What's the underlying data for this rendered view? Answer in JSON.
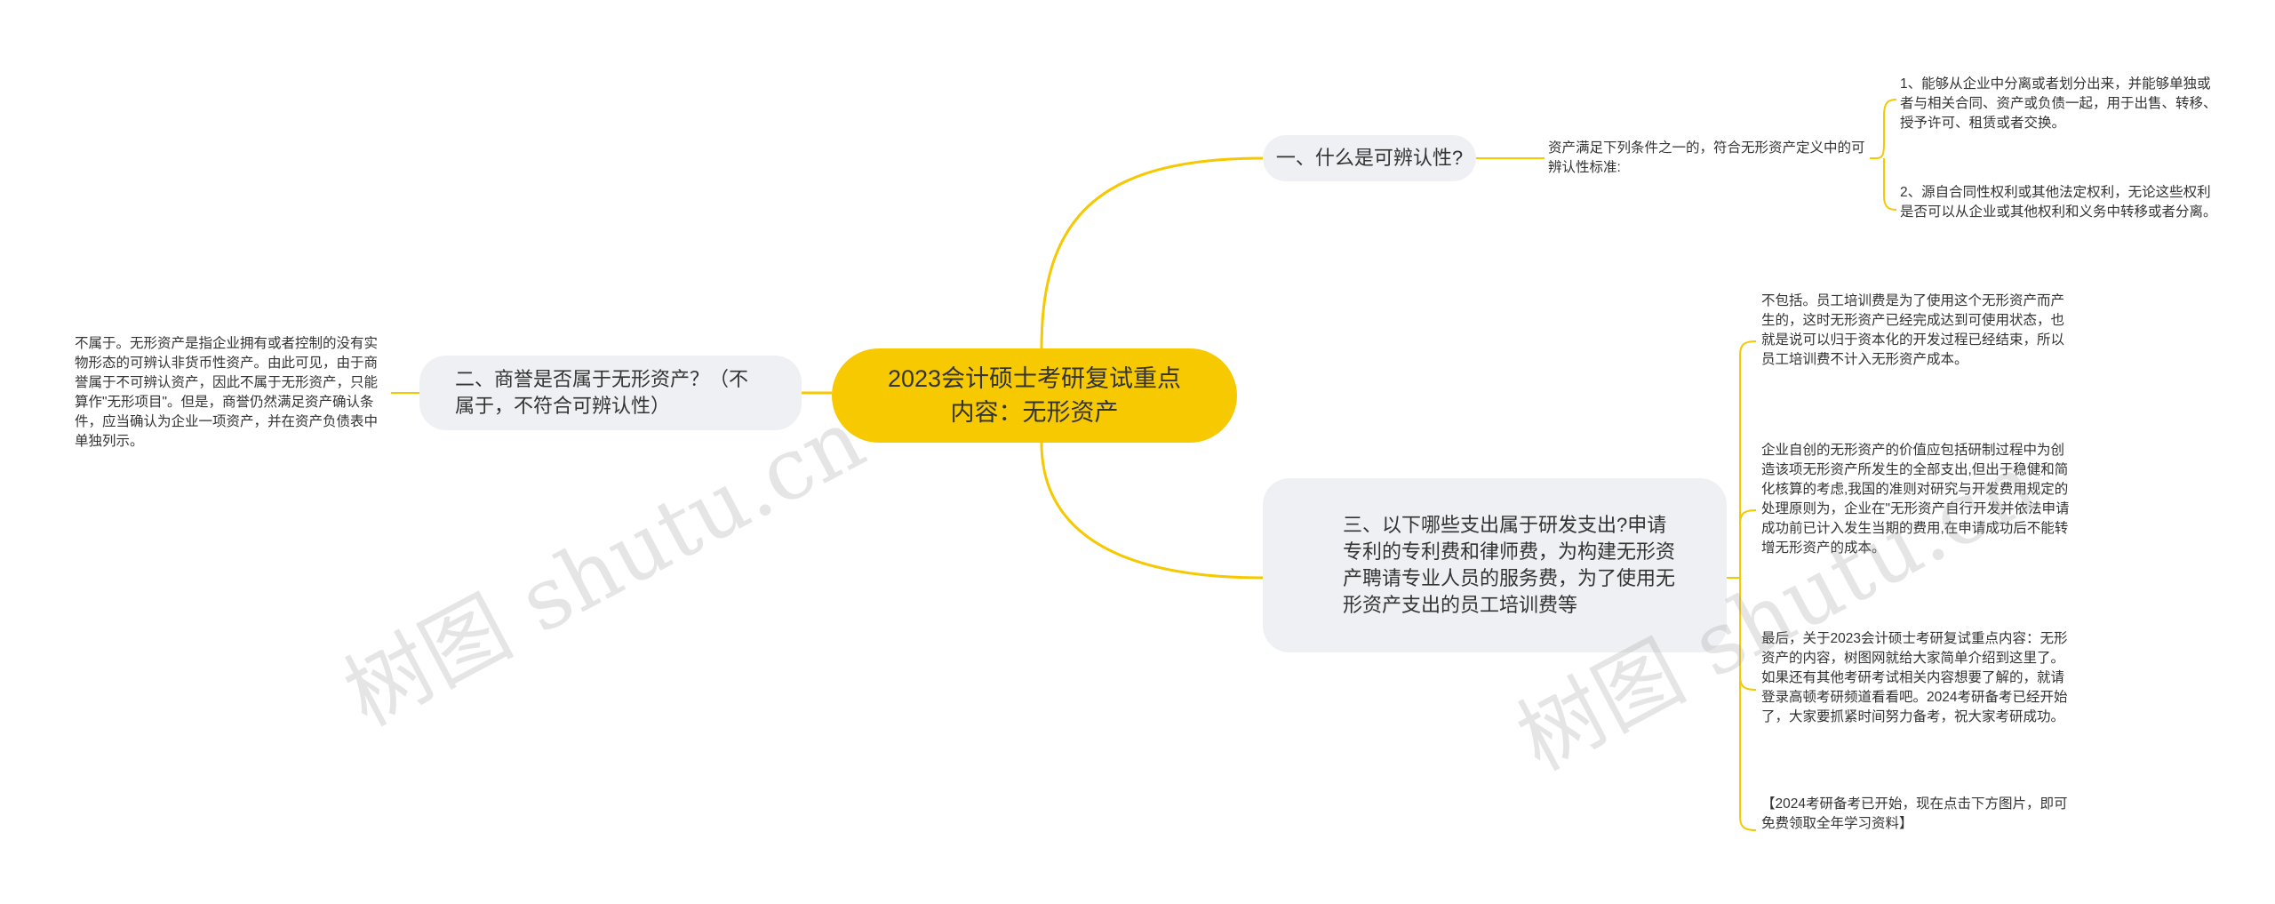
{
  "root": {
    "label": "2023会计硕士考研复试重点内容：无形资产"
  },
  "branches": [
    {
      "label": "一、什么是可辨认性?",
      "children": [
        {
          "text": "资产满足下列条件之一的，符合无形资产定义中的可辨认性标准:",
          "children": [
            {
              "text": "1、能够从企业中分离或者划分出来，并能够单独或者与相关合同、资产或负债一起，用于出售、转移、授予许可、租赁或者交换。"
            },
            {
              "text": "2、源自合同性权利或其他法定权利，无论这些权利是否可以从企业或其他权利和义务中转移或者分离。"
            }
          ]
        }
      ]
    },
    {
      "label": "二、商誉是否属于无形资产？（不属于，不符合可辨认性）",
      "children": [
        {
          "text": "不属于。无形资产是指企业拥有或者控制的没有实物形态的可辨认非货币性资产。由此可见，由于商誉属于不可辨认资产，因此不属于无形资产，只能算作\"无形项目\"。但是，商誉仍然满足资产确认条件，应当确认为企业一项资产，并在资产负债表中单独列示。"
        }
      ]
    },
    {
      "label": "三、以下哪些支出属于研发支出?申请专利的专利费和律师费，为构建无形资产聘请专业人员的服务费，为了使用无形资产支出的员工培训费等",
      "children": [
        {
          "text": "不包括。员工培训费是为了使用这个无形资产而产生的，这时无形资产已经完成达到可使用状态，也就是说可以归于资本化的开发过程已经结束，所以员工培训费不计入无形资产成本。"
        },
        {
          "text": "企业自创的无形资产的价值应包括研制过程中为创造该项无形资产所发生的全部支出,但出于稳健和简化核算的考虑,我国的准则对研究与开发费用规定的处理原则为，企业在\"无形资产自行开发并依法申请成功前已计入发生当期的费用,在申请成功后不能转增无形资产的成本。"
        },
        {
          "text": "最后，关于2023会计硕士考研复试重点内容：无形资产的内容，树图网就给大家简单介绍到这里了。如果还有其他考研考试相关内容想要了解的，就请登录高顿考研频道看看吧。2024考研备考已经开始了，大家要抓紧时间努力备考，祝大家考研成功。"
        },
        {
          "text": "【2024考研备考已开始，现在点击下方图片，即可免费领取全年学习资料】"
        }
      ]
    }
  ],
  "watermarks": [
    "树图 shutu.cn",
    "树图 shutu.cn"
  ],
  "colors": {
    "accent": "#f7c900",
    "edge": "#f5c800",
    "branch_bg": "#eef0f3",
    "text": "#333333"
  }
}
